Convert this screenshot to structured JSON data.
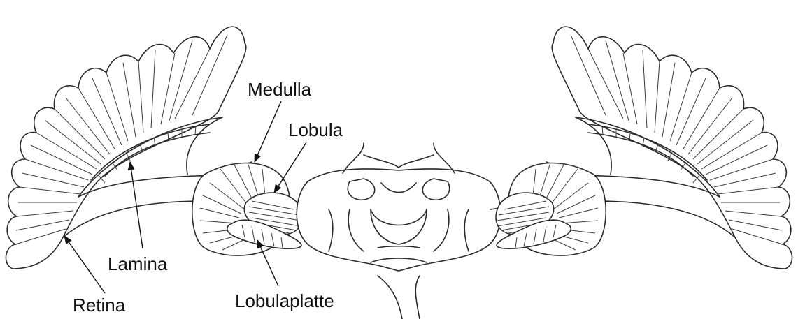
{
  "labels": {
    "medulla": "Medulla",
    "lobula": "Lobula",
    "lamina": "Lamina",
    "retina": "Retina",
    "lobulaplatte": "Lobulaplatte"
  },
  "colors": {
    "stroke": "#2a2a2a",
    "background": "#ffffff"
  }
}
